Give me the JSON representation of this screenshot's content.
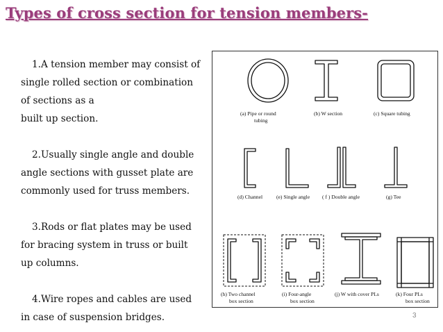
{
  "title": "Types of cross section for tension members-",
  "paragraphs": [
    {
      "lines": [
        "1.A tension member may consist of",
        "single rolled section or  combination",
        "of sections as a",
        "built up section."
      ]
    },
    {
      "lines": [
        "2.Usually single angle and double",
        "angle sections with gusset plate are",
        "commonly used for truss members."
      ]
    },
    {
      "lines": [
        "3.Rods or flat plates may be used",
        "for bracing system in truss or built",
        "up columns."
      ]
    },
    {
      "lines": [
        "4.Wire ropes and cables are used",
        "in case of suspension bridges."
      ]
    }
  ],
  "figure": {
    "captions": {
      "a": [
        "(a)  Pipe or round",
        "tubing"
      ],
      "b": [
        "(b)  W section"
      ],
      "c": [
        "(c)  Square tubing"
      ],
      "d": [
        "(d)  Channel"
      ],
      "e": [
        "(e)  Single angle"
      ],
      "f": [
        "( f )  Double angle"
      ],
      "g": [
        "(g)  Tee"
      ],
      "h": [
        "(h)  Two channel",
        "box section"
      ],
      "i": [
        "(i)  Four-angle",
        "box section"
      ],
      "j": [
        "(j)  W with cover PLs"
      ],
      "k": [
        "(k)  Four PLs",
        "box section"
      ]
    }
  },
  "page_number": "3"
}
